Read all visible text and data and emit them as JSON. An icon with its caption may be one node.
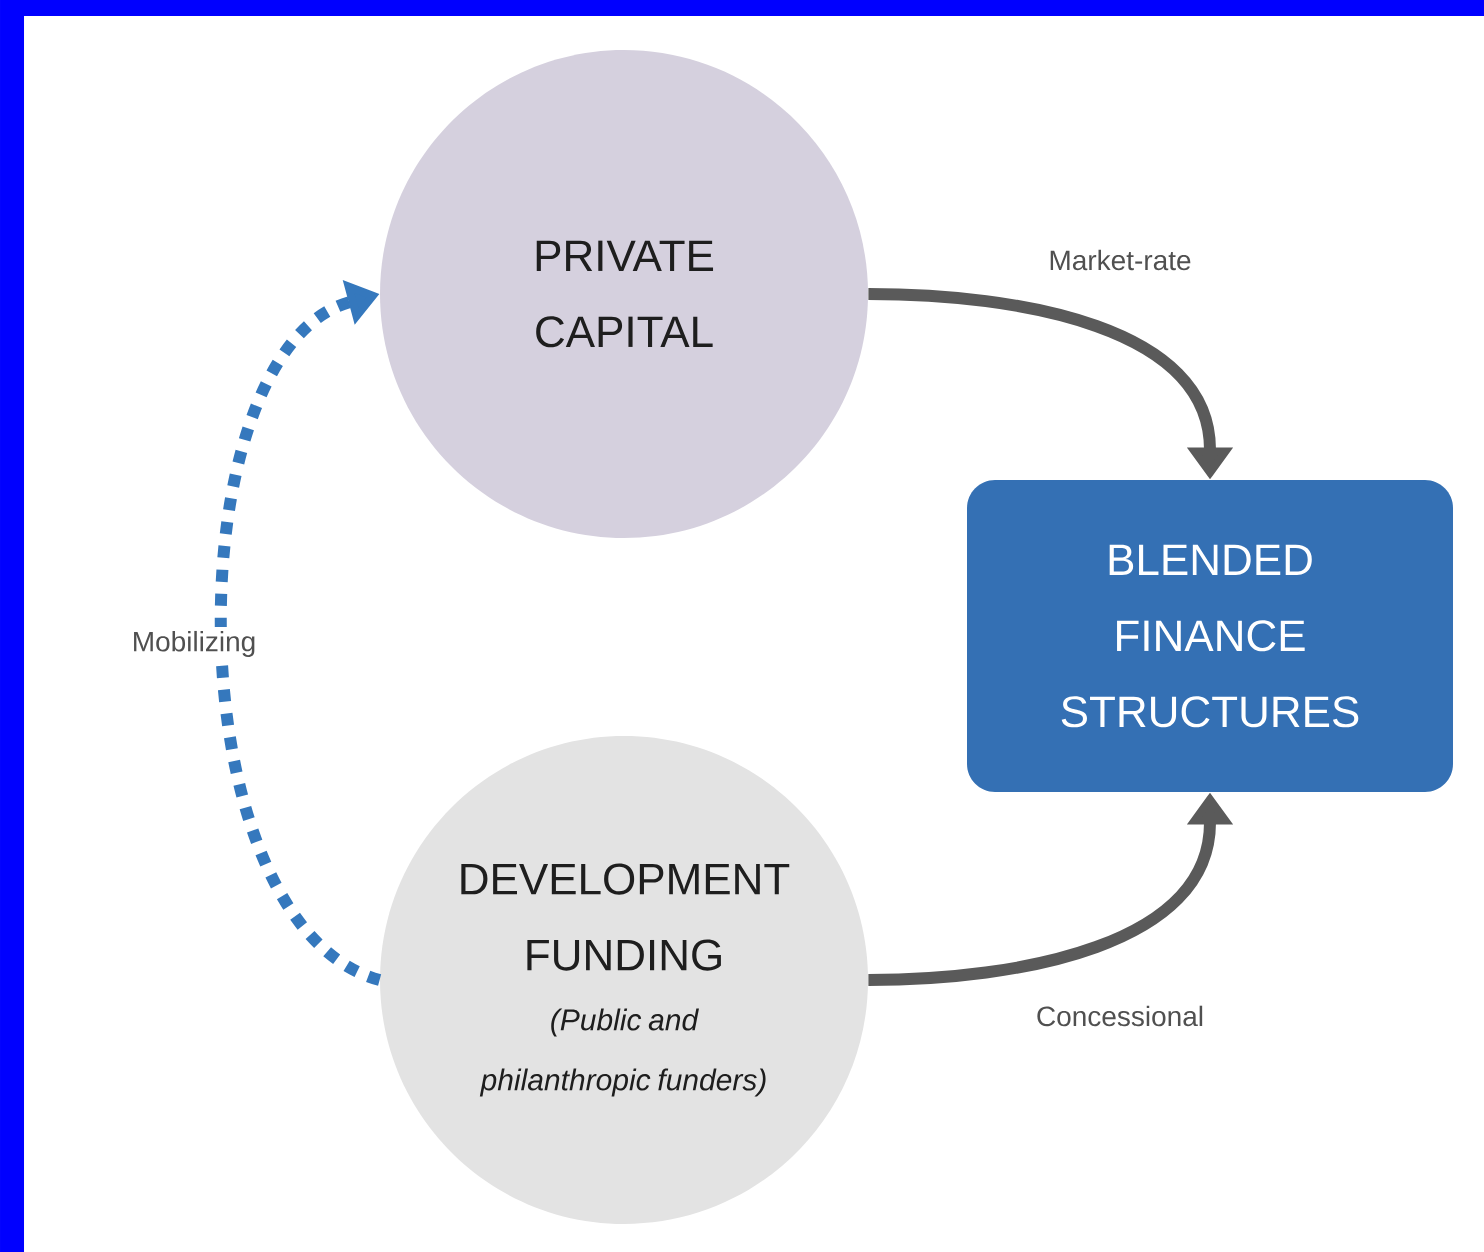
{
  "diagram": {
    "nodes": [
      {
        "text": [
          "PRIVATE CAPITAL"
        ]
      },
      {
        "text": [
          "DEVELOPMENT FUNDING",
          "(Public and philanthropic funders)"
        ]
      },
      {
        "text": [
          "BLENDED FINANCE STRUCTURES"
        ]
      }
    ],
    "edges": [
      {
        "from": 0,
        "to": 2,
        "arrow": "to",
        "label": "Market-rate"
      },
      {
        "from": 1,
        "to": 2,
        "arrow": "to",
        "label": "Concessional"
      },
      {
        "from": 1,
        "to": 0,
        "arrow": "to",
        "label": "Mobilizing",
        "style": "dashed",
        "color": "#3578bd"
      }
    ]
  }
}
